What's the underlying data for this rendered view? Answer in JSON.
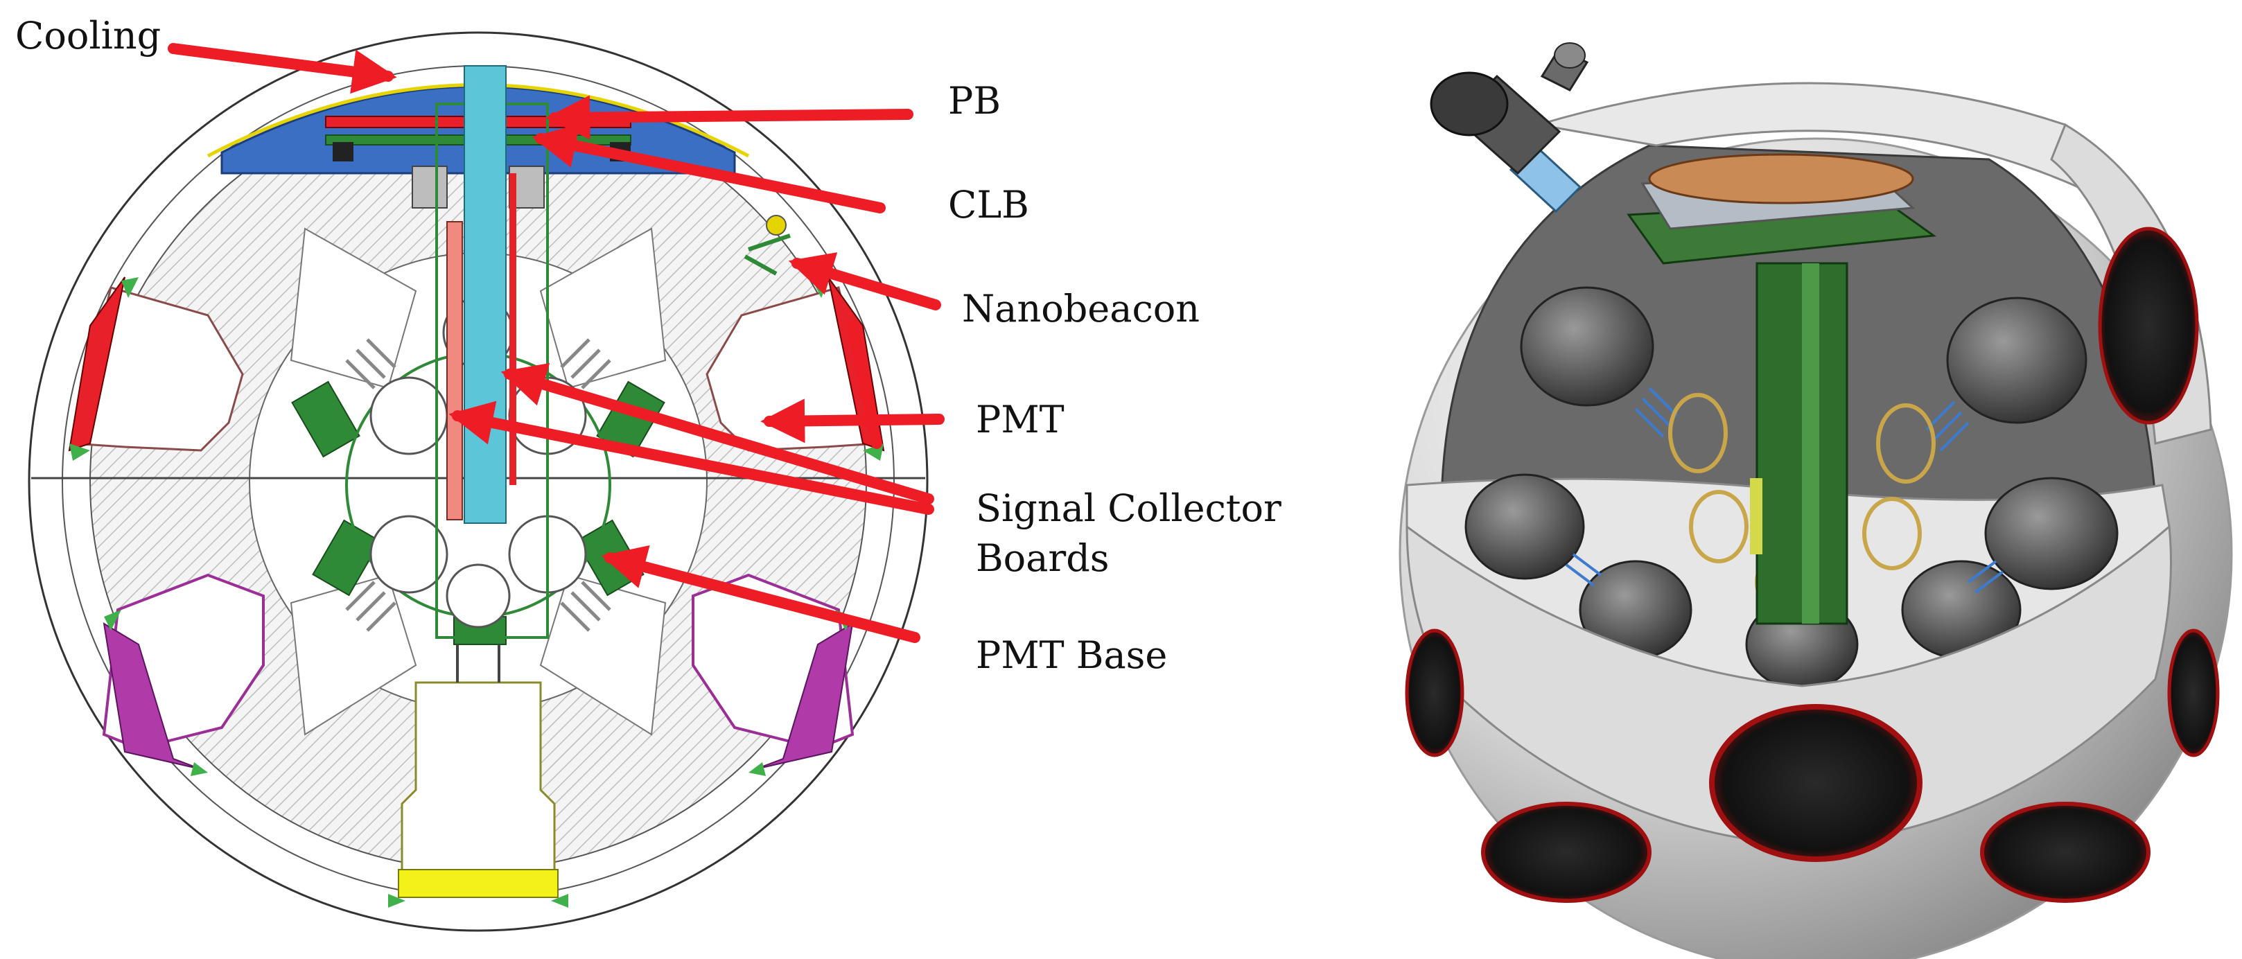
{
  "labels": {
    "cooling": "Cooling",
    "pb": "PB",
    "clb": "CLB",
    "nanobeacon": "Nanobeacon",
    "pmt": "PMT",
    "signal_collector_1": "Signal Collector",
    "signal_collector_2": "Boards",
    "pmt_base": "PMT Base"
  },
  "colors": {
    "arrow": "#ee1c25",
    "cooling_cap": "#3a6fc4",
    "pmt_fill": "#e8202a",
    "pmt_purple": "#b03aa8",
    "board_green": "#2e8a36",
    "board_cyan": "#5cc6d8",
    "board_salmon": "#f08a80",
    "base_yellow": "#f4f01a",
    "sphere_gray": "#c9c9c9",
    "sphere_red": "#a01010"
  }
}
